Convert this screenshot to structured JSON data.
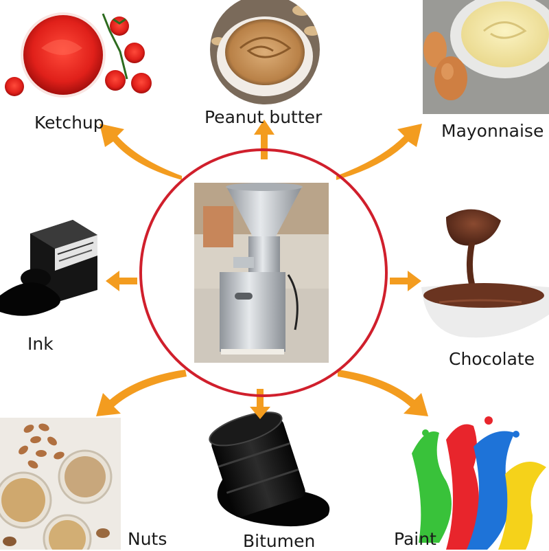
{
  "center": {
    "description_icon": "colloid-mill-machine"
  },
  "products": [
    {
      "id": "ketchup",
      "label": "Ketchup"
    },
    {
      "id": "peanut-butter",
      "label": "Peanut butter"
    },
    {
      "id": "mayonnaise",
      "label": "Mayonnaise"
    },
    {
      "id": "ink",
      "label": "Ink"
    },
    {
      "id": "chocolate",
      "label": "Chocolate"
    },
    {
      "id": "nuts",
      "label": "Nuts"
    },
    {
      "id": "bitumen",
      "label": "Bitumen"
    },
    {
      "id": "paint",
      "label": "Paint"
    }
  ],
  "colors": {
    "circle": "#d01f2c",
    "arrow": "#f39c1f"
  }
}
